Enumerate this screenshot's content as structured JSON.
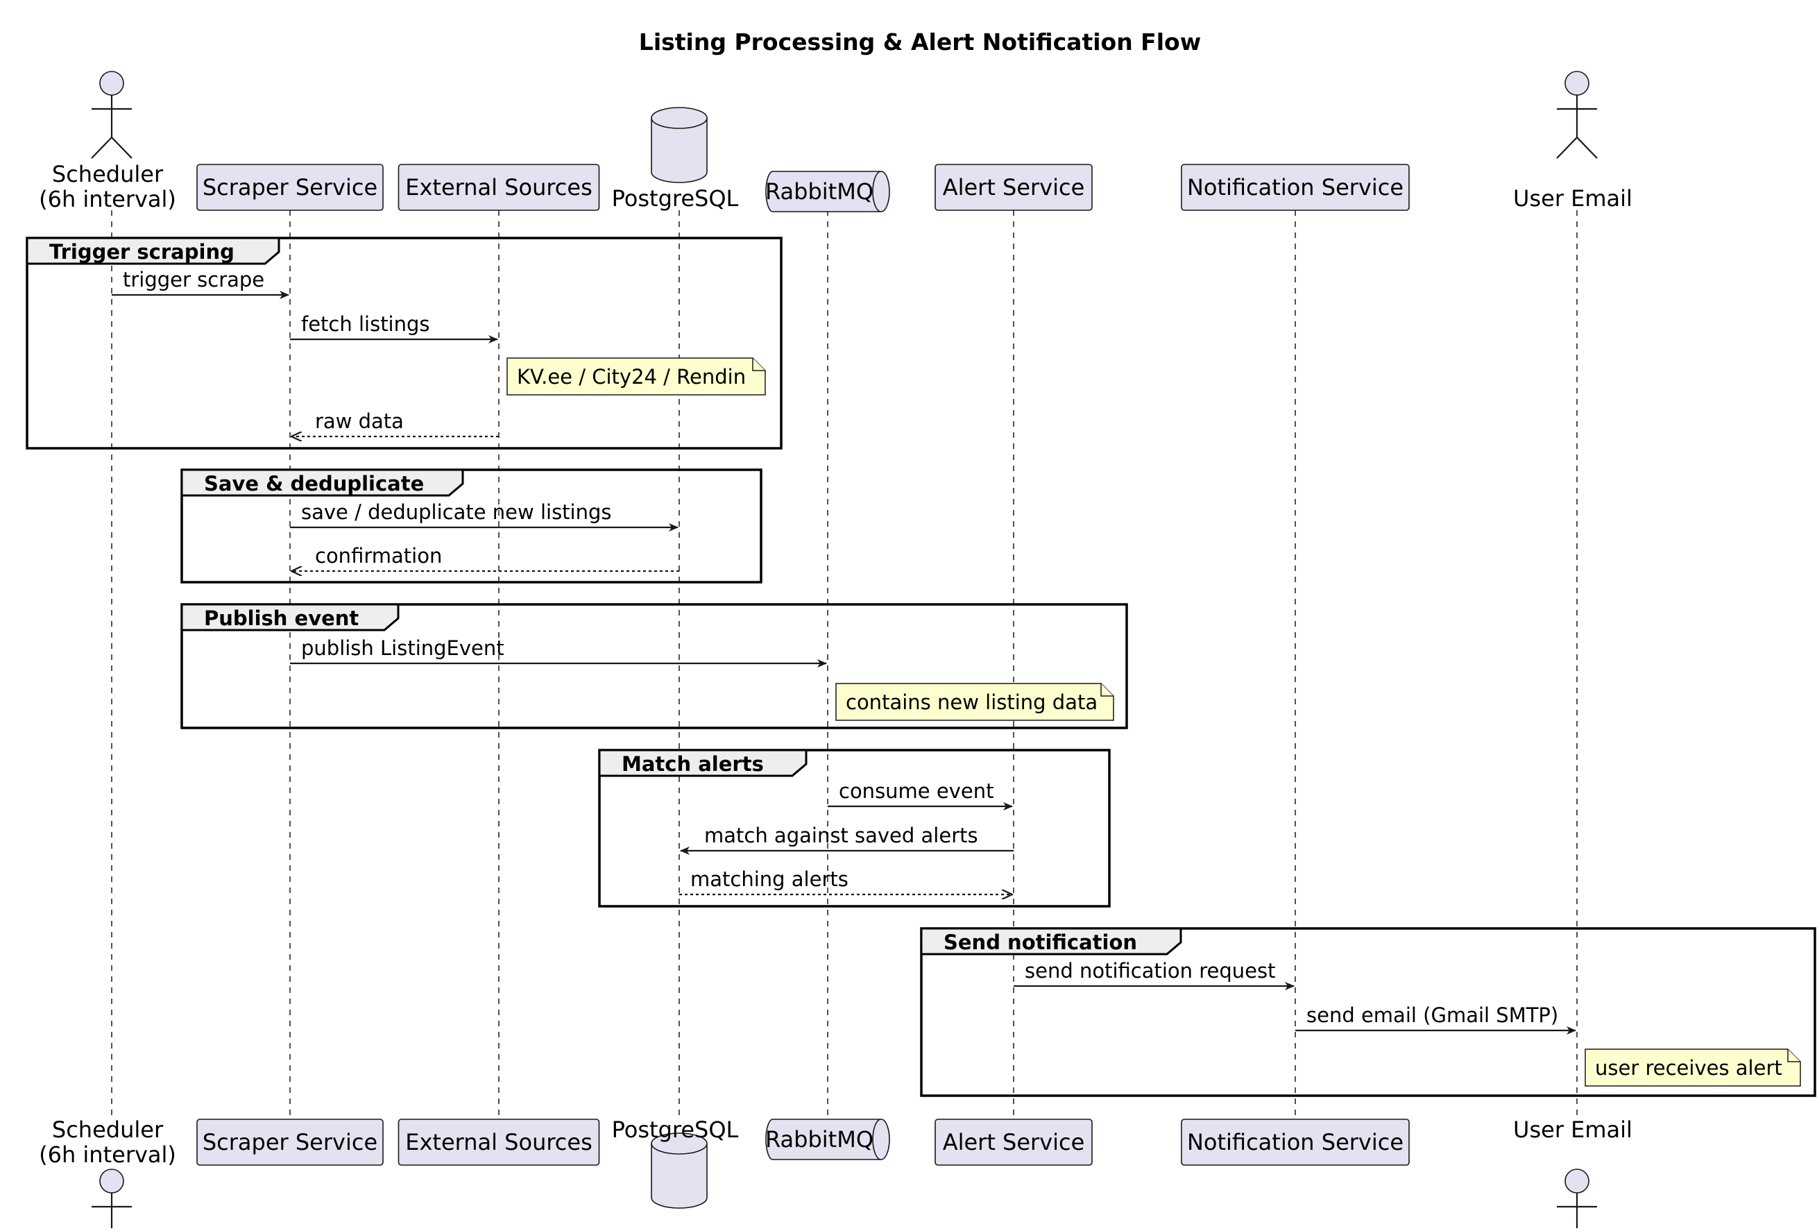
{
  "title": "Listing Processing & Alert Notification Flow",
  "participants": [
    {
      "id": "scheduler",
      "kind": "actor",
      "label_lines": [
        "Scheduler",
        "(6h interval)"
      ]
    },
    {
      "id": "scraper",
      "kind": "participant",
      "label_lines": [
        "Scraper Service"
      ]
    },
    {
      "id": "external",
      "kind": "participant",
      "label_lines": [
        "External Sources"
      ]
    },
    {
      "id": "postgres",
      "kind": "database",
      "label_lines": [
        "PostgreSQL"
      ]
    },
    {
      "id": "rabbitmq",
      "kind": "queue",
      "label_lines": [
        "RabbitMQ"
      ]
    },
    {
      "id": "alert",
      "kind": "participant",
      "label_lines": [
        "Alert Service"
      ]
    },
    {
      "id": "notification",
      "kind": "participant",
      "label_lines": [
        "Notification Service"
      ]
    },
    {
      "id": "useremail",
      "kind": "actor",
      "label_lines": [
        "User Email"
      ]
    }
  ],
  "groups": [
    {
      "label": "Trigger scraping",
      "steps": [
        {
          "type": "message",
          "from": "scheduler",
          "to": "scraper",
          "label": "trigger scrape",
          "style": "solid"
        },
        {
          "type": "message",
          "from": "scraper",
          "to": "external",
          "label": "fetch listings",
          "style": "solid"
        },
        {
          "type": "note",
          "anchor": "external",
          "text": "KV.ee / City24 / Rendin"
        },
        {
          "type": "message",
          "from": "external",
          "to": "scraper",
          "label": "raw data",
          "style": "dashed"
        }
      ]
    },
    {
      "label": "Save & deduplicate",
      "steps": [
        {
          "type": "message",
          "from": "scraper",
          "to": "postgres",
          "label": "save / deduplicate new listings",
          "style": "solid"
        },
        {
          "type": "message",
          "from": "postgres",
          "to": "scraper",
          "label": "confirmation",
          "style": "dashed"
        }
      ]
    },
    {
      "label": "Publish event",
      "steps": [
        {
          "type": "message",
          "from": "scraper",
          "to": "rabbitmq",
          "label": "publish ListingEvent",
          "style": "solid"
        },
        {
          "type": "note",
          "anchor": "rabbitmq",
          "text": "contains new listing data"
        }
      ]
    },
    {
      "label": "Match alerts",
      "steps": [
        {
          "type": "message",
          "from": "rabbitmq",
          "to": "alert",
          "label": "consume event",
          "style": "solid"
        },
        {
          "type": "message",
          "from": "alert",
          "to": "postgres",
          "label": "match against saved alerts",
          "style": "solid"
        },
        {
          "type": "message",
          "from": "postgres",
          "to": "alert",
          "label": "matching alerts",
          "style": "dashed"
        }
      ]
    },
    {
      "label": "Send notification",
      "steps": [
        {
          "type": "message",
          "from": "alert",
          "to": "notification",
          "label": "send notification request",
          "style": "solid"
        },
        {
          "type": "message",
          "from": "notification",
          "to": "useremail",
          "label": "send email (Gmail SMTP)",
          "style": "solid"
        },
        {
          "type": "note",
          "anchor": "useremail",
          "text": "user receives alert"
        }
      ]
    }
  ]
}
